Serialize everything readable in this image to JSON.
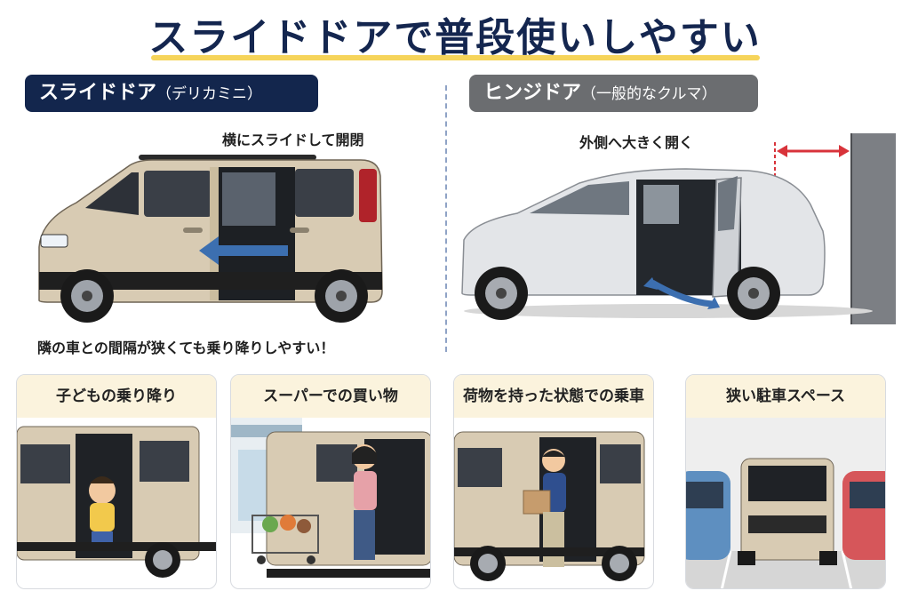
{
  "title": "スライドドアで普段使いしやすい",
  "left": {
    "label_main": "スライドドア",
    "label_sub": "（デリカミニ）",
    "caption_top": "横にスライドして開閉",
    "caption_bottom": "隣の車との間隔が狭くても乗り降りしやすい！"
  },
  "right": {
    "label_main": "ヒンジドア",
    "label_sub": "（一般的なクルマ）",
    "caption_top": "外側へ大きく開く"
  },
  "cards": [
    {
      "label": "子どもの乗り降り"
    },
    {
      "label": "スーパーでの買い物"
    },
    {
      "label": "荷物を持った状態での乗車"
    },
    {
      "label": "狭い駐車スペース"
    }
  ],
  "colors": {
    "navy": "#13264d",
    "gray_pill": "#6b6d70",
    "beige_car": "#d8cbb3",
    "arrow_blue": "#3c6fb0",
    "clearance_red": "#d8333a",
    "underline_yellow": "#f6d45a",
    "card_header": "#fbf3dd"
  }
}
